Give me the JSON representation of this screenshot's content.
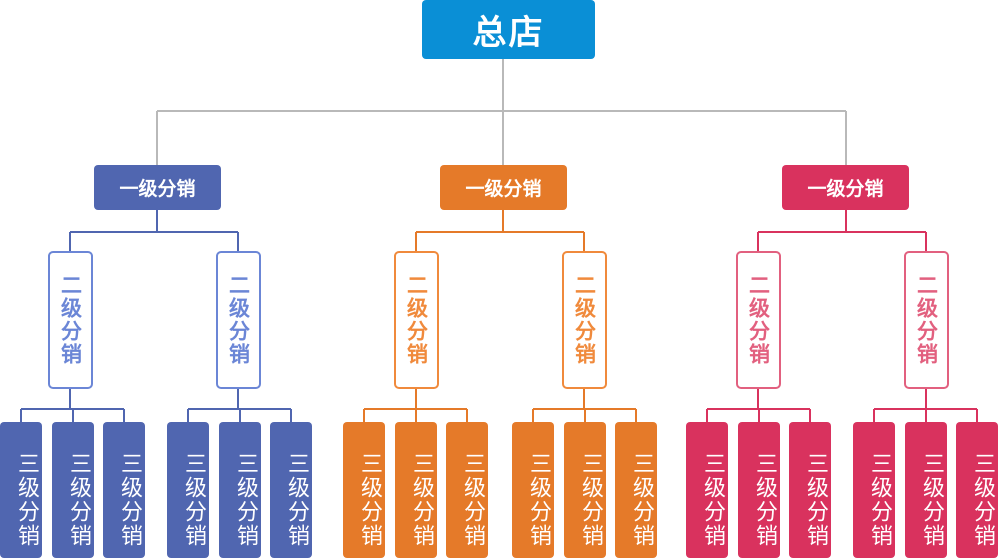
{
  "root": {
    "label": "总店",
    "color": "#0a8fd6"
  },
  "branches": [
    {
      "label": "一级分销",
      "color": "#5066b0",
      "light_color": "#6b86d6",
      "children": [
        {
          "label": "二级分销",
          "children": [
            "三级分销",
            "三级分销",
            "三级分销"
          ]
        },
        {
          "label": "二级分销",
          "children": [
            "三级分销",
            "三级分销",
            "三级分销"
          ]
        }
      ]
    },
    {
      "label": "一级分销",
      "color": "#e57a29",
      "light_color": "#f08a3c",
      "children": [
        {
          "label": "二级分销",
          "children": [
            "三级分销",
            "三级分销",
            "三级分销"
          ]
        },
        {
          "label": "二级分销",
          "children": [
            "三级分销",
            "三级分销",
            "三级分销"
          ]
        }
      ]
    },
    {
      "label": "一级分销",
      "color": "#d9325e",
      "light_color": "#e2607f",
      "children": [
        {
          "label": "二级分销",
          "children": [
            "三级分销",
            "三级分销",
            "三级分销"
          ]
        },
        {
          "label": "二级分销",
          "children": [
            "三级分销",
            "三级分销",
            "三级分销"
          ]
        }
      ]
    }
  ],
  "connector_color": "#b9b9b9"
}
